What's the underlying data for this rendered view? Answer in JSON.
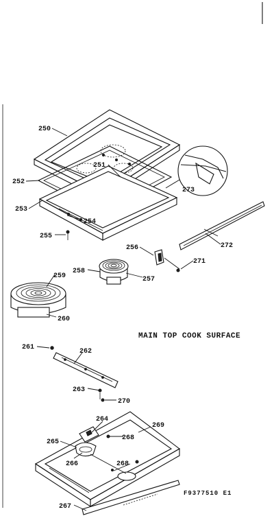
{
  "diagram": {
    "heading": "MAIN TOP COOK SURFACE",
    "figure_code": "F9377510 E1",
    "part_labels": {
      "p250": "250",
      "p251": "251",
      "p252": "252",
      "p253": "253",
      "p254": "254",
      "p255": "255",
      "p256": "256",
      "p257": "257",
      "p258": "258",
      "p259": "259",
      "p260": "260",
      "p261": "261",
      "p262": "262",
      "p263": "263",
      "p264": "264",
      "p265": "265",
      "p266": "266",
      "p267": "267",
      "p268a": "268",
      "p268b": "268",
      "p269": "269",
      "p270": "270",
      "p271": "271",
      "p272": "272",
      "p273": "273"
    }
  }
}
